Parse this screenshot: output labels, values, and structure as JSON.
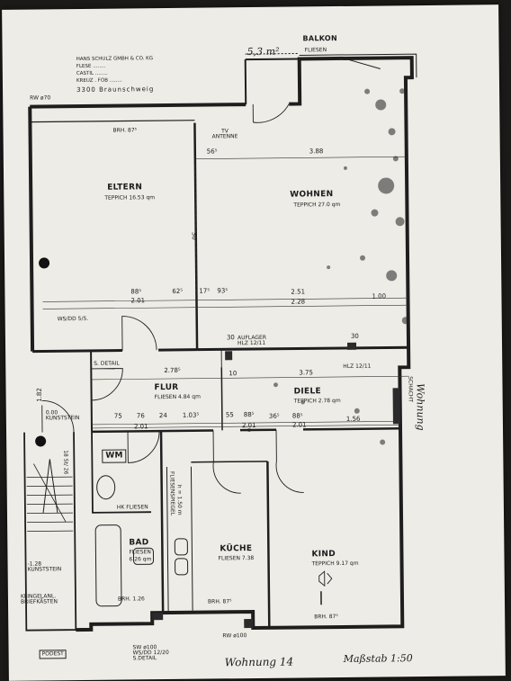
{
  "header": {
    "address_lines": [
      "HANS SCHULZ GMBH & CO. KG",
      "FLESE ........",
      "CASTIL ........",
      "KREUZ . FOB ........"
    ],
    "city": "3300 Braunschweig",
    "rw_top": "RW ø70"
  },
  "balcony": {
    "label": "BALKON",
    "floor": "FLIESEN",
    "area": "5,3 m²"
  },
  "tv_antenne": "TV\nANTENNE",
  "rooms": {
    "eltern": {
      "name": "ELTERN",
      "floor": "TEPPICH 16.53 qm"
    },
    "wohnen": {
      "name": "WOHNEN",
      "floor": "TEPPICH  27.0 qm"
    },
    "flur": {
      "name": "FLUR",
      "floor": "FLIESEN 4.84 qm"
    },
    "diele": {
      "name": "DIELE",
      "floor": "TEPPICH 2.78 qm"
    },
    "wm": {
      "name": "WM"
    },
    "bad": {
      "name": "BAD",
      "floor": "FLIESEN",
      "area": "6.26 qm"
    },
    "kueche": {
      "name": "KÜCHE",
      "floor": "FLIESEN 7.38"
    },
    "kind": {
      "name": "KIND",
      "floor": "TEPPICH 9.17 qm"
    }
  },
  "labels": {
    "brh_eltern": "BRH. 87⁵",
    "brh_bad": "BRH. 1.26",
    "brh_kueche": "BRH. 87⁵",
    "brh_kind": "BRH. 87⁵",
    "ws_dd_top": "WS/DD 5/5.",
    "auflager1": "AUFLAGER\nHLZ 12/11",
    "hlz": "HLZ 12/11",
    "s_detail": "S. DETAIL",
    "kunststein_top": "0.00\nKUNSTSTEIN",
    "kunststein_bottom": "-1.28\nKUNSTSTEIN",
    "klingel": "KLINGELANL.\nBRIEFKÄSTEN",
    "podest": "PODEST",
    "fliesenspiegel": "FLIESENSPIEGEL",
    "fliesenspiegel_h": "h = 1.50 m",
    "hk_fliesen": "HK FLIESEN",
    "sw_bottom": "SW ø100\nWS/DD 12/20\nS.DETAIL",
    "rw_bottom": "RW ø100",
    "schacht": "SCHACHT",
    "stair_steps": "18 St/ 26"
  },
  "dims": {
    "d_56": "56⁵",
    "d_388": "3.88",
    "d_30v": "30",
    "d_885": "88⁵",
    "d_201a": "2.01",
    "d_625": "62⁵",
    "d_175": "17⁵",
    "d_935": "93⁵",
    "d_251": "2.51",
    "d_228": "2.28",
    "d_100": "1.00",
    "d_30a": "30",
    "d_30b": "30",
    "d_2785": "2.78⁵",
    "d_10": "10",
    "d_375": "3.75",
    "d_75": "75",
    "d_76": "76",
    "d_24": "24",
    "d_1035": "1.03⁵",
    "d_55": "55",
    "d_885b": "88⁵",
    "d_365": "36⁵",
    "d_885c": "88⁵",
    "d_201b": "2.01",
    "d_201c": "2.01",
    "d_201d": "2.01",
    "d_156": "1.56",
    "d_182": "1.82"
  },
  "handwriting": {
    "wohnung": "Wohnung 14",
    "massstab": "Maßstab 1:50",
    "margin_note": "Wohnung"
  }
}
